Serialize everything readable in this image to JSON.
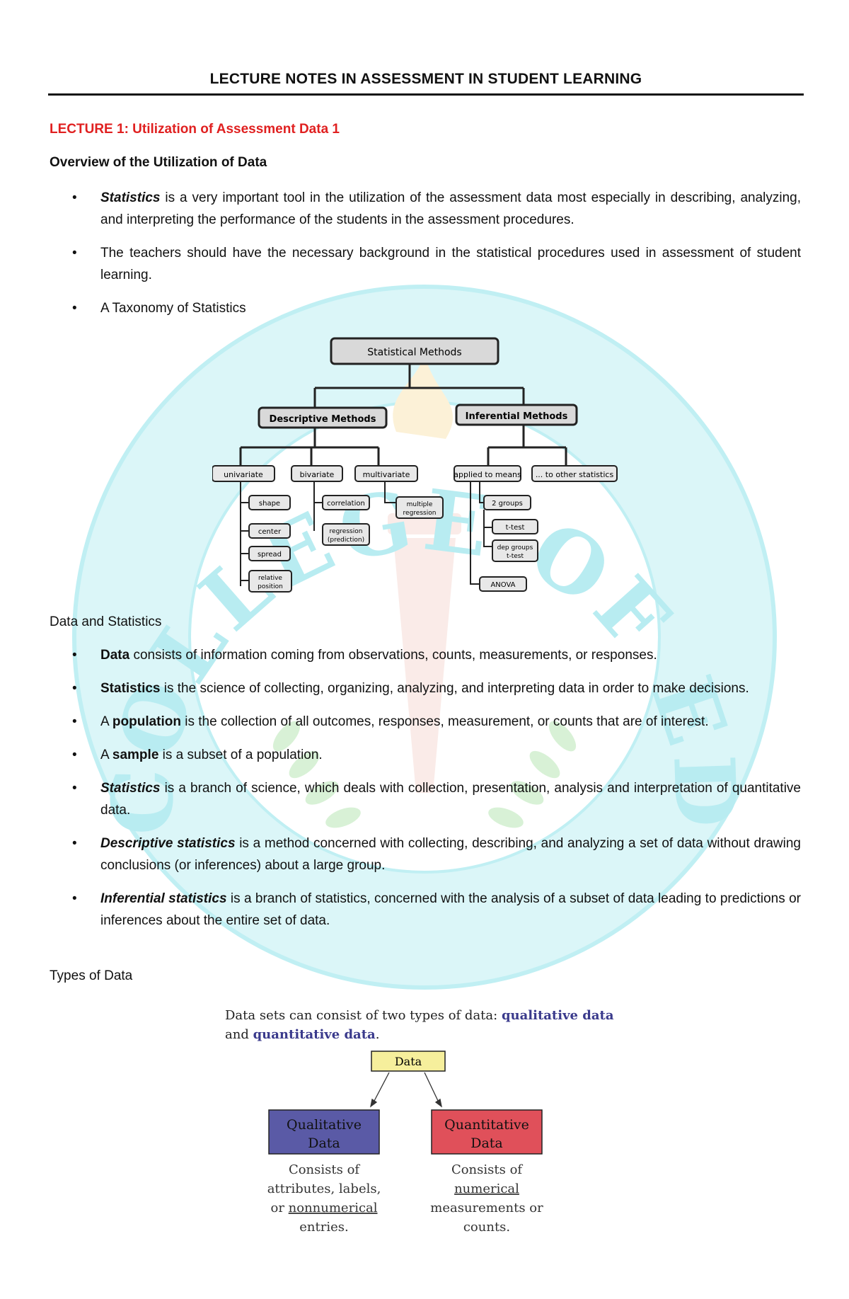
{
  "header": {
    "title": "LECTURE NOTES IN ASSESSMENT IN STUDENT LEARNING"
  },
  "lecture_title": "LECTURE 1: Utilization of Assessment Data 1",
  "overview": {
    "heading": "Overview of the Utilization of Data",
    "bullet_1": {
      "term": "Statistics",
      "text": " is a very important tool in the utilization of the assessment data most especially in describing, analyzing, and interpreting the performance of the students in the assessment procedures."
    },
    "bullet_2": {
      "text": "The teachers should have the necessary background in the statistical procedures used in assessment of student learning."
    },
    "bullet_3": {
      "text": "A Taxonomy of Statistics"
    }
  },
  "taxonomy": {
    "root": "Statistical Methods",
    "descriptive": "Descriptive Methods",
    "inferential": "Inferential Methods",
    "univariate": "univariate",
    "bivariate": "bivariate",
    "multivariate": "multivariate",
    "applied_to_means": "applied to means",
    "to_other": "... to other statistics",
    "shape": "shape",
    "center": "center",
    "spread": "spread",
    "relative_position_1": "relative",
    "relative_position_2": "position",
    "correlation": "correlation",
    "regression_1": "regression",
    "regression_2": "(prediction)",
    "multiple_regression_1": "multiple",
    "multiple_regression_2": "regression",
    "two_groups": "2 groups",
    "ttest": "t-test",
    "dep_groups_1": "dep groups",
    "dep_groups_2": "t-test",
    "anova": "ANOVA"
  },
  "data_stats": {
    "heading": "Data and Statistics",
    "b1": {
      "term": "Data",
      "text": " consists of information coming from observations, counts, measurements, or responses."
    },
    "b2": {
      "term": "Statistics",
      "text": " is the science of collecting, organizing, analyzing, and interpreting data in order to make decisions."
    },
    "b3": {
      "pre": "A ",
      "term": "population",
      "text": " is the collection of all outcomes, responses, measurement, or counts that are of interest."
    },
    "b4": {
      "pre": "A ",
      "term": "sample",
      "text": " is a subset of a population."
    },
    "b5": {
      "term": "Statistics",
      "text": " is a branch of science, which deals with collection, presentation, analysis and interpretation of quantitative data."
    },
    "b6": {
      "term": "Descriptive statistics",
      "text": " is a method concerned with collecting, describing, and analyzing a set of data without drawing conclusions (or inferences) about a large group."
    },
    "b7": {
      "term": "Inferential statistics",
      "text": " is a branch of statistics, concerned with the analysis of a subset of data leading to predictions or inferences about the entire set of data."
    }
  },
  "types_of_data": {
    "heading": "Types of Data",
    "intro_1": "Data sets can consist of two types of data: ",
    "intro_qual": "qualitative data",
    "intro_2": "and ",
    "intro_quant": "quantitative data",
    "intro_3": ".",
    "data_box": "Data",
    "qual_1": "Qualitative",
    "qual_2": "Data",
    "quant_1": "Quantitative",
    "quant_2": "Data",
    "qual_desc_1": "Consists of",
    "qual_desc_2": "attributes, labels,",
    "qual_desc_3a": "or ",
    "qual_desc_3b": "nonnumerical",
    "qual_desc_4": "entries.",
    "quant_desc_1": "Consists of",
    "quant_desc_2": "numerical",
    "quant_desc_3": "measurements or",
    "quant_desc_4": "counts."
  },
  "watermark": {
    "text": "COLLEGE OF EDUCATION • 1961 •"
  },
  "colors": {
    "lecture_red": "#e02020",
    "qual_box": "#5a5aa6",
    "quant_box": "#e0505a",
    "data_box": "#f6ef9c",
    "intro_blue": "#3a3a8c",
    "seal_cyan": "#9fe8ef"
  }
}
